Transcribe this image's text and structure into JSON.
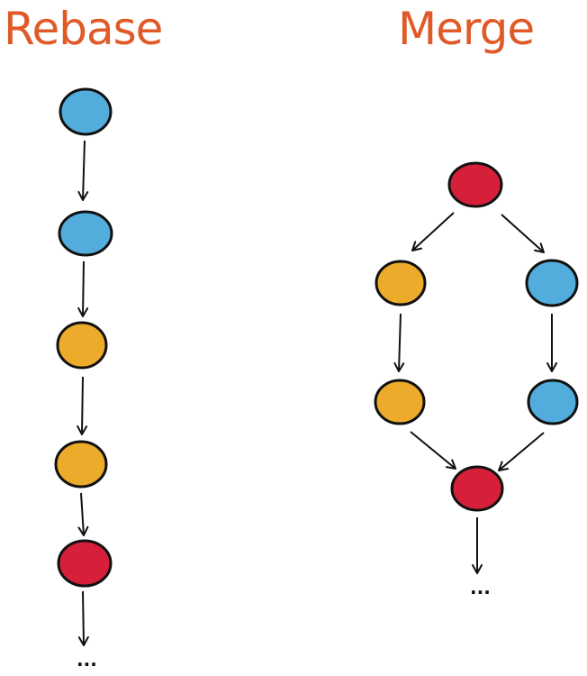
{
  "colors": {
    "title": "#e05a28",
    "blue": "#52acdc",
    "yellow": "#ecab2b",
    "red": "#d6203a",
    "outline": "#111111"
  },
  "rebase": {
    "title": "Rebase",
    "commits": [
      "blue",
      "blue",
      "yellow",
      "yellow",
      "red"
    ],
    "continuation": "..."
  },
  "merge": {
    "title": "Merge",
    "top_commit": "red",
    "left_branch": [
      "yellow",
      "yellow"
    ],
    "right_branch": [
      "blue",
      "blue"
    ],
    "merge_commit": "red",
    "continuation": "..."
  }
}
